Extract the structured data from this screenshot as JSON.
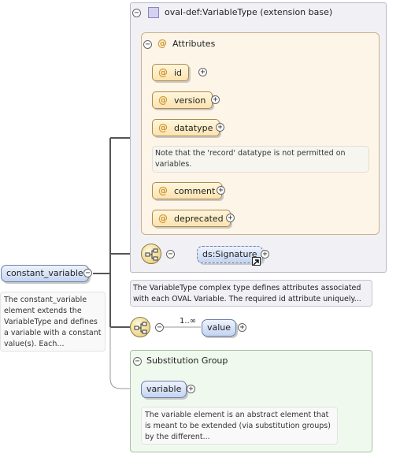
{
  "extension": {
    "title": "oval-def:VariableType (extension base)",
    "attributes_label": "Attributes",
    "attributes": [
      {
        "name": "id"
      },
      {
        "name": "version"
      },
      {
        "name": "datatype",
        "note": "Note that the 'record' datatype is not permitted on variables."
      },
      {
        "name": "comment"
      },
      {
        "name": "deprecated"
      }
    ],
    "signature": "ds:Signature",
    "description": "The VariableType complex type defines attributes associated with each OVAL Variable. The required id attribute uniquely..."
  },
  "root": {
    "name": "constant_variable",
    "description": "The constant_variable element extends the VariableType and defines a variable with a constant value(s). Each..."
  },
  "value_element": {
    "name": "value",
    "cardinality": "1..∞"
  },
  "substitution_group": {
    "title": "Substitution Group",
    "element": "variable",
    "description": "The variable element is an abstract element that is meant to be extended (via substitution groups) by the different..."
  },
  "symbols": {
    "attribute_marker": "@",
    "collapse": "−",
    "expand": "+"
  },
  "colors": {
    "element_fill": "#c4d4f0",
    "attribute_fill": "#fce3b0",
    "extension_fill": "#f1f1f5",
    "substitution_fill": "#f0f9ee"
  }
}
